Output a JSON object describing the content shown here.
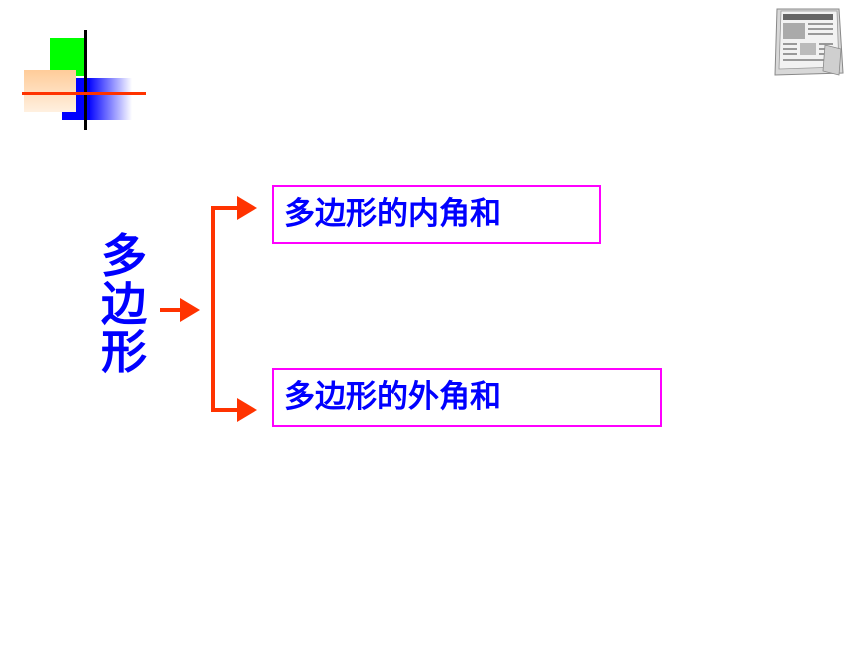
{
  "diagram": {
    "root_label": "多边形",
    "branches": [
      {
        "label": "多边形的内角和"
      },
      {
        "label": "多边形的外角和"
      }
    ],
    "colors": {
      "text": "#0000ff",
      "box_border": "#ff00ff",
      "arrow": "#ff3300"
    }
  },
  "icons": {
    "top_left": "decorative-color-blocks-icon",
    "top_right": "newspaper-icon"
  }
}
